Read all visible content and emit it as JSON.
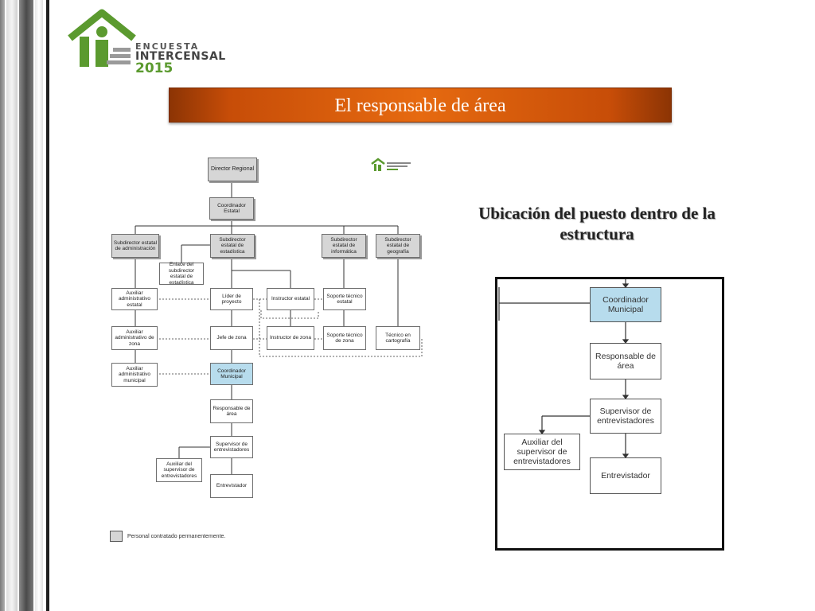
{
  "logo": {
    "line1": "ENCUESTA",
    "line2": "INTERCENSAL",
    "line3": "2015"
  },
  "banner": {
    "title": "El responsable de área"
  },
  "subtitle": "Ubicación del puesto dentro de la estructura",
  "org_chart": {
    "director": "Director Regional",
    "coordinador_estatal": "Coordinador Estatal",
    "subdirector_admin": "Subdirector estatal de administración",
    "subdirector_estadistica": "Subdirector estatal de estadística",
    "subdirector_informatica": "Subdirector estatal de informática",
    "subdirector_geografia": "Subdirector estatal de geografía",
    "enlace": "Enlace del subdirector estatal de estadística",
    "auxiliar_estatal": "Auxiliar administrativo estatal",
    "lider_proyecto": "Líder de proyecto",
    "instructor_estatal": "Instructor estatal",
    "soporte_estatal": "Soporte técnico estatal",
    "auxiliar_zona": "Auxiliar administrativo de zona",
    "jefe_zona": "Jefe de zona",
    "instructor_zona": "Instructor de zona",
    "soporte_zona": "Soporte técnico de zona",
    "tecnico_cartografia": "Técnico en cartografía",
    "auxiliar_municipal": "Auxiliar administrativo municipal",
    "coordinador_municipal": "Coordinador Municipal",
    "responsable_area": "Responsable de área",
    "supervisor": "Supervisor de entrevistadores",
    "auxiliar_supervisor": "Auxiliar del supervisor de entrevistadores",
    "entrevistador": "Entrevistador",
    "legend": "Personal contratado permanentemente."
  },
  "zoom_chart": {
    "coordinador_municipal": "Coordinador Municipal",
    "responsable_area": "Responsable de área",
    "supervisor": "Supervisor de entrevistadores",
    "auxiliar_supervisor": "Auxiliar del supervisor de entrevistadores",
    "entrevistador": "Entrevistador"
  },
  "colors": {
    "banner": "#e66a10",
    "highlight": "#b7dced",
    "logo_green": "#5b9a2f",
    "permanent": "#d6d6d6"
  }
}
